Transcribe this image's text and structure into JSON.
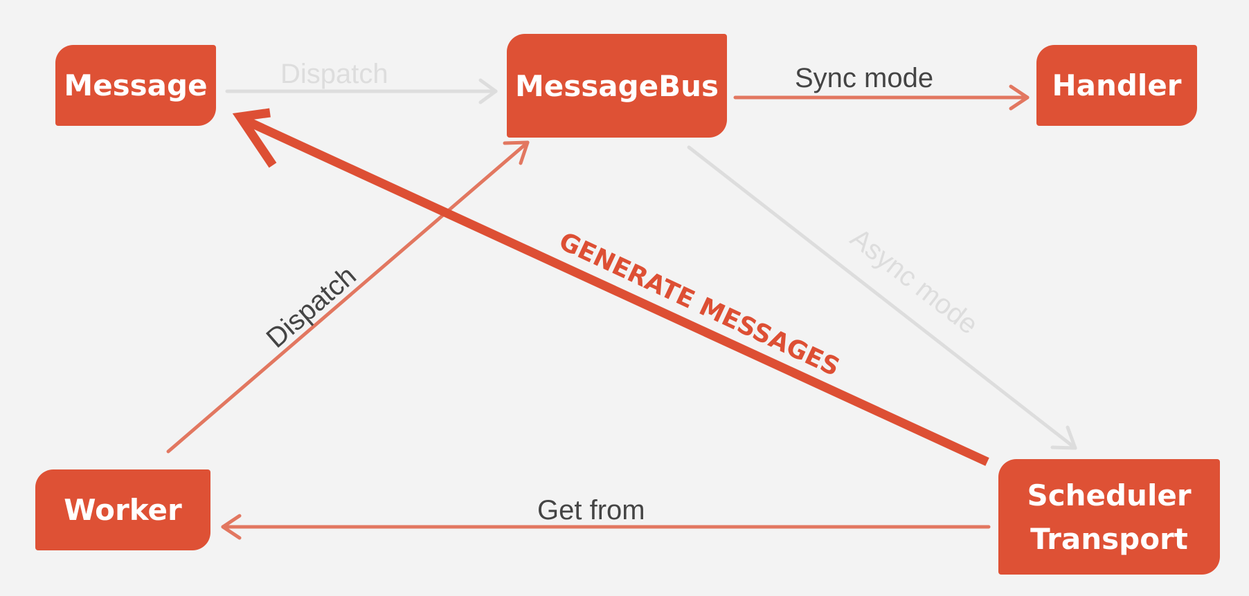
{
  "colors": {
    "background": "#f3f3f3",
    "node_fill": "#de5135",
    "node_text": "#ffffff",
    "arrow_accent": "#e27760",
    "arrow_strong": "#dd4f34",
    "arrow_faded": "#dddddd",
    "label_dark": "#444444",
    "label_faded": "#dddddd"
  },
  "nodes": {
    "message": "Message",
    "messagebus": "MessageBus",
    "handler": "Handler",
    "worker": "Worker",
    "scheduler_transport": "Scheduler\nTransport"
  },
  "edges": [
    {
      "id": "dispatch-message-to-bus",
      "from": "Message",
      "to": "MessageBus",
      "label": "Dispatch",
      "style": "faded"
    },
    {
      "id": "sync-mode",
      "from": "MessageBus",
      "to": "Handler",
      "label": "Sync mode",
      "style": "accent"
    },
    {
      "id": "async-mode",
      "from": "MessageBus",
      "to": "Scheduler Transport",
      "label": "Async mode",
      "style": "faded"
    },
    {
      "id": "generate-messages",
      "from": "Scheduler Transport",
      "to": "Message",
      "label": "GENERATE MESSAGES",
      "style": "strong"
    },
    {
      "id": "dispatch-worker-to-bus",
      "from": "Worker",
      "to": "MessageBus",
      "label": "Dispatch",
      "style": "accent"
    },
    {
      "id": "get-from",
      "from": "Scheduler Transport",
      "to": "Worker",
      "label": "Get from",
      "style": "accent"
    }
  ]
}
